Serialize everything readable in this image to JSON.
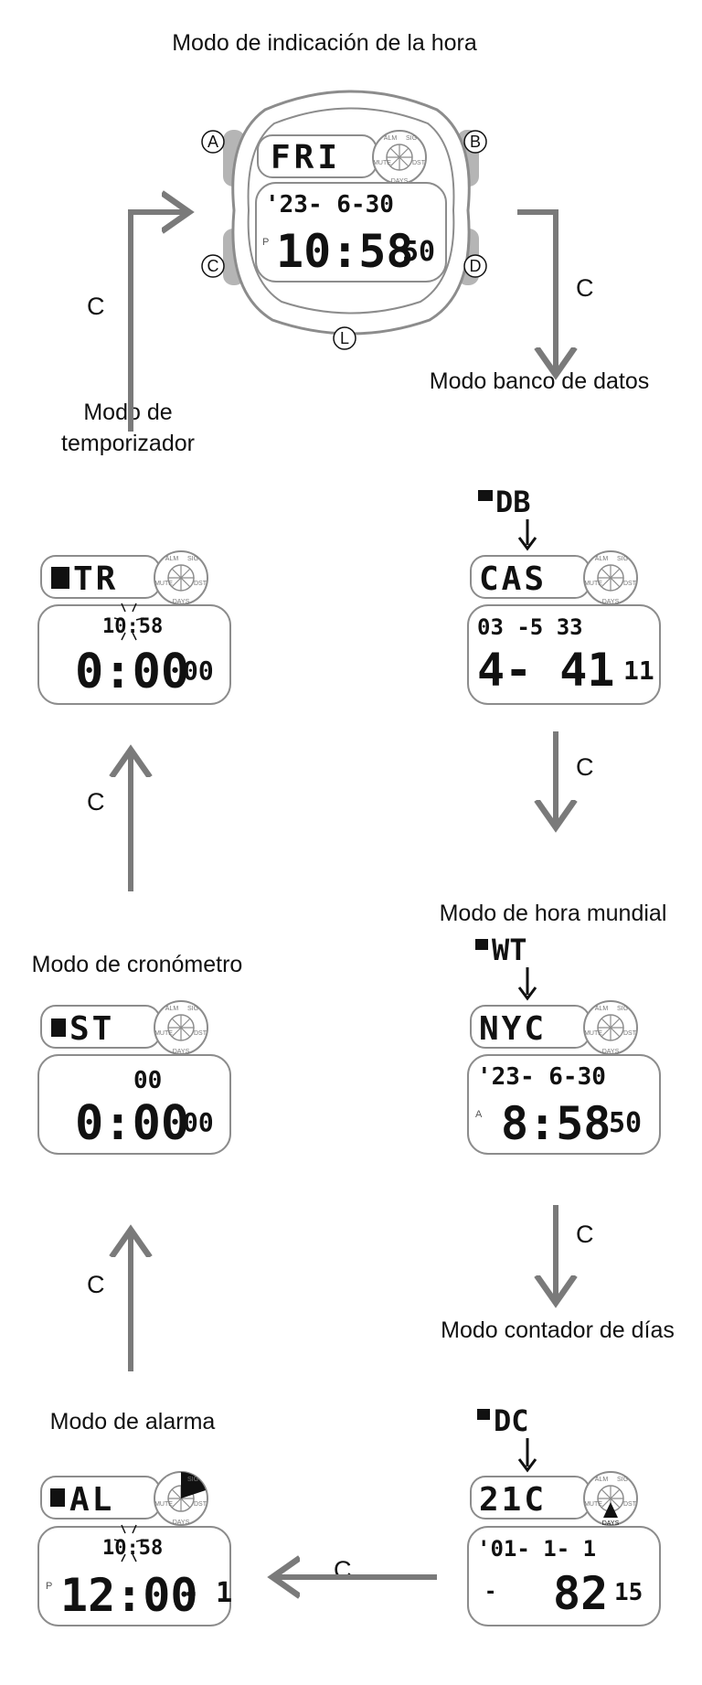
{
  "modes": {
    "timekeeping": {
      "caption": "Modo de indicación de la hora",
      "day": "FRI",
      "date": "'23- 6-30",
      "ampm": "P",
      "time_hm": "10:58",
      "seconds": "50"
    },
    "databank": {
      "caption": "Modo banco de datos",
      "indicator": "DB",
      "name": "CAS",
      "upper": "03 -5 33",
      "lower": "4- 41",
      "lower_small": "11"
    },
    "worldtime": {
      "caption": "Modo de hora mundial",
      "indicator": "WT",
      "city": "NYC",
      "date": "'23- 6-30",
      "ampm": "A",
      "time_hm": "8:58",
      "seconds": "50"
    },
    "daycounter": {
      "caption": "Modo contador de días",
      "indicator": "DC",
      "name": "21C",
      "date": "'01- 1- 1",
      "sign": "-",
      "days": "82",
      "days_small": "15"
    },
    "alarm": {
      "caption": "Modo de alarma",
      "name": "AL",
      "upper": "10:58",
      "ampm": "P",
      "time": "12:00",
      "number": "- 1"
    },
    "stopwatch": {
      "caption": "Modo de cronómetro",
      "name": "ST",
      "upper": "00",
      "time": "0:00",
      "small": "00"
    },
    "timer": {
      "caption": "Modo de temporizador",
      "name": "TR",
      "upper": "10:58",
      "time": "0:00",
      "small": "00"
    }
  },
  "buttons": {
    "a": "A",
    "b": "B",
    "c": "C",
    "d": "D",
    "l": "L"
  },
  "indicator_labels": {
    "alm": "ALM",
    "sig": "SIG",
    "mute": "MUTE",
    "days": "DAYS",
    "dst": "DST"
  },
  "transition_label": "C",
  "colors": {
    "arrow": "#7a7a7a",
    "outline": "#8c8c8c",
    "button": "#b5b5b5"
  }
}
